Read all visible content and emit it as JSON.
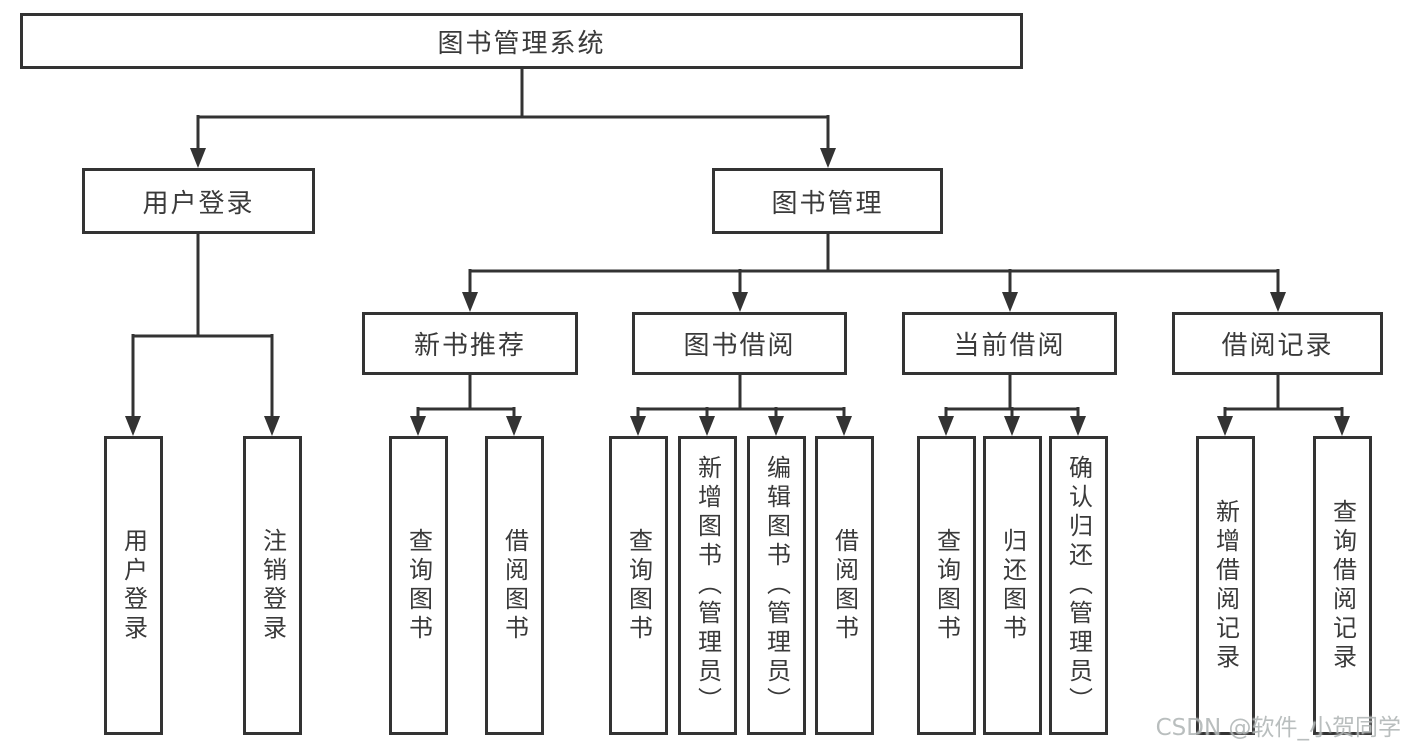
{
  "diagram": {
    "root": {
      "label": "图书管理系统"
    },
    "level2": [
      {
        "id": "user-login",
        "label": "用户登录"
      },
      {
        "id": "book-management",
        "label": "图书管理"
      }
    ],
    "level3": [
      {
        "id": "new-book-recommend",
        "parent": "图书管理",
        "label": "新书推荐"
      },
      {
        "id": "book-borrow",
        "parent": "图书管理",
        "label": "图书借阅"
      },
      {
        "id": "current-borrow",
        "parent": "图书管理",
        "label": "当前借阅"
      },
      {
        "id": "borrow-records",
        "parent": "图书管理",
        "label": "借阅记录"
      }
    ],
    "leaves": [
      {
        "parent": "用户登录",
        "label": "用户登录"
      },
      {
        "parent": "用户登录",
        "label": "注销登录"
      },
      {
        "parent": "新书推荐",
        "label": "查询图书"
      },
      {
        "parent": "新书推荐",
        "label": "借阅图书"
      },
      {
        "parent": "图书借阅",
        "label": "查询图书"
      },
      {
        "parent": "图书借阅",
        "label": "新增图书（管理员）"
      },
      {
        "parent": "图书借阅",
        "label": "编辑图书（管理员）"
      },
      {
        "parent": "图书借阅",
        "label": "借阅图书"
      },
      {
        "parent": "当前借阅",
        "label": "查询图书"
      },
      {
        "parent": "当前借阅",
        "label": "归还图书"
      },
      {
        "parent": "当前借阅",
        "label": "确认归还（管理员）"
      },
      {
        "parent": "借阅记录",
        "label": "新增借阅记录"
      },
      {
        "parent": "借阅记录",
        "label": "查询借阅记录"
      }
    ]
  },
  "watermark": {
    "text": "CSDN @软件_小贺同学"
  },
  "colors": {
    "line": "#333333",
    "border": "#333333",
    "text": "#3a3a3a",
    "background": "#ffffff",
    "watermark": "#b2b7b7"
  }
}
